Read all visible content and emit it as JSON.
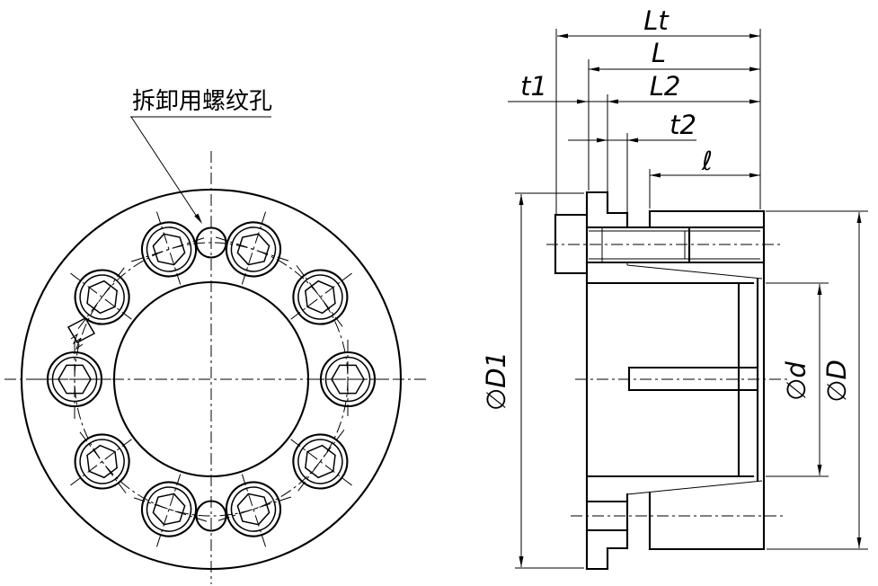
{
  "drawing": {
    "type": "technical-drawing",
    "callout": {
      "label": "拆卸用螺纹孔"
    },
    "dimensions": {
      "lt": "Lt",
      "l": "L",
      "l2": "L2",
      "t1": "t1",
      "t2": "t2",
      "ell": "ℓ",
      "d1": "∅D1",
      "d_small": "∅d",
      "d_big": "∅D"
    },
    "front_view": {
      "bolt_count": 10,
      "jack_hole_count": 2
    },
    "colors": {
      "line": "#000000",
      "background": "#ffffff"
    }
  }
}
